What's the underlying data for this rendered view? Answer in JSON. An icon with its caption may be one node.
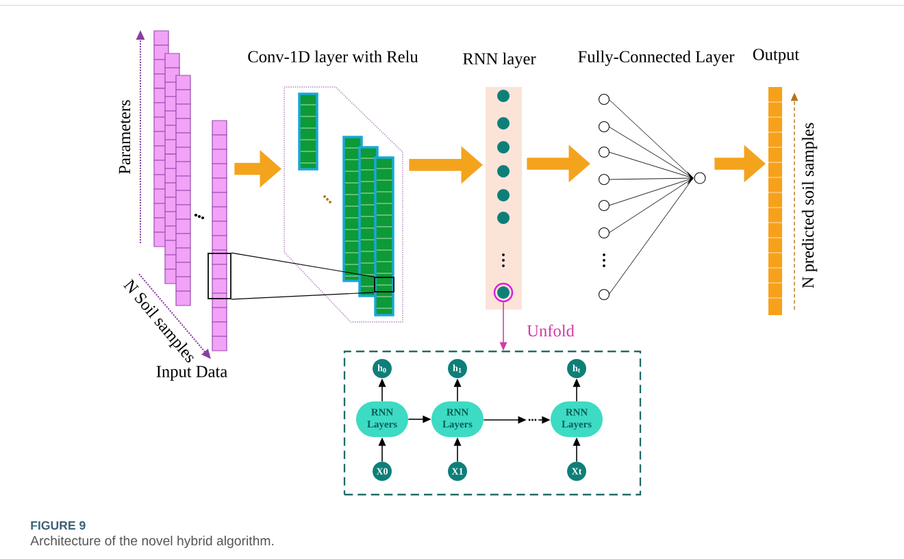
{
  "diagram": {
    "title": "FIGURE 9",
    "caption": "Architecture of the novel hybrid algorithm.",
    "nodes": [
      {
        "text": [],
        "shape": "box",
        "beside": [
          "Input Data"
        ]
      },
      {
        "text": [],
        "shape": "box",
        "beside": [
          "Conv-1D layer with Relu"
        ]
      },
      {
        "text": [],
        "shape": "bar",
        "beside": [
          "RNN layer"
        ]
      },
      {
        "text": [],
        "shape": "picture",
        "beside": [
          "Fully-Connected Layer"
        ]
      },
      {
        "text": [],
        "shape": "bar",
        "beside": [
          "Output"
        ]
      },
      {
        "text": [],
        "shape": "box"
      },
      {
        "text": [
          "RNN Layers"
        ],
        "in": 5
      },
      {
        "text": [
          "RNN Layers"
        ],
        "in": 5
      },
      {
        "text": [
          "RNN Layers"
        ],
        "in": 5
      },
      {
        "text": [
          "h$_{0}$"
        ],
        "in": 5
      },
      {
        "text": [
          "h$_{1}$"
        ],
        "in": 5
      },
      {
        "text": [
          "h$_{t}$"
        ],
        "in": 5
      },
      {
        "text": [
          "X0"
        ],
        "in": 5
      },
      {
        "text": [
          "X1"
        ],
        "in": 5
      },
      {
        "text": [
          "Xt"
        ],
        "in": 5
      },
      {
        "text": [
          "..."
        ],
        "in": 5
      },
      {
        "text": [],
        "shape": "circle",
        "in": 2
      },
      {
        "text": [],
        "shape": "box",
        "in": 0
      },
      {
        "text": [],
        "shape": "box",
        "in": 1
      }
    ],
    "edges": [
      {
        "from": 0,
        "to": 1,
        "arrow": "to",
        "style": "thick",
        "color": "#f4a31c"
      },
      {
        "from": 1,
        "to": 2,
        "arrow": "to",
        "style": "thick",
        "color": "#f4a31c"
      },
      {
        "from": 2,
        "to": 3,
        "arrow": "to",
        "style": "thick",
        "color": "#f4a31c"
      },
      {
        "from": 3,
        "to": 4,
        "arrow": "to",
        "style": "thick",
        "color": "#f4a31c"
      },
      {
        "from": 16,
        "to": 5,
        "arrow": "to",
        "label": "Unfold",
        "color": "#d23aa6"
      },
      {
        "from": 12,
        "to": 6,
        "arrow": "to"
      },
      {
        "from": 13,
        "to": 7,
        "arrow": "to"
      },
      {
        "from": 14,
        "to": 8,
        "arrow": "to"
      },
      {
        "from": 6,
        "to": 9,
        "arrow": "to"
      },
      {
        "from": 7,
        "to": 10,
        "arrow": "to"
      },
      {
        "from": 8,
        "to": 11,
        "arrow": "to"
      },
      {
        "from": 6,
        "to": 7,
        "arrow": "to"
      },
      {
        "from": 7,
        "to": 15,
        "arrow": "to"
      },
      {
        "from": 15,
        "to": 8,
        "arrow": "to"
      },
      {
        "from": 17,
        "to": 18,
        "arrow": "none"
      },
      {
        "from": 17,
        "to": 18,
        "arrow": "none"
      }
    ],
    "labels": [
      "Parameters",
      "N Soil samples",
      "N predicted soil samples"
    ]
  }
}
